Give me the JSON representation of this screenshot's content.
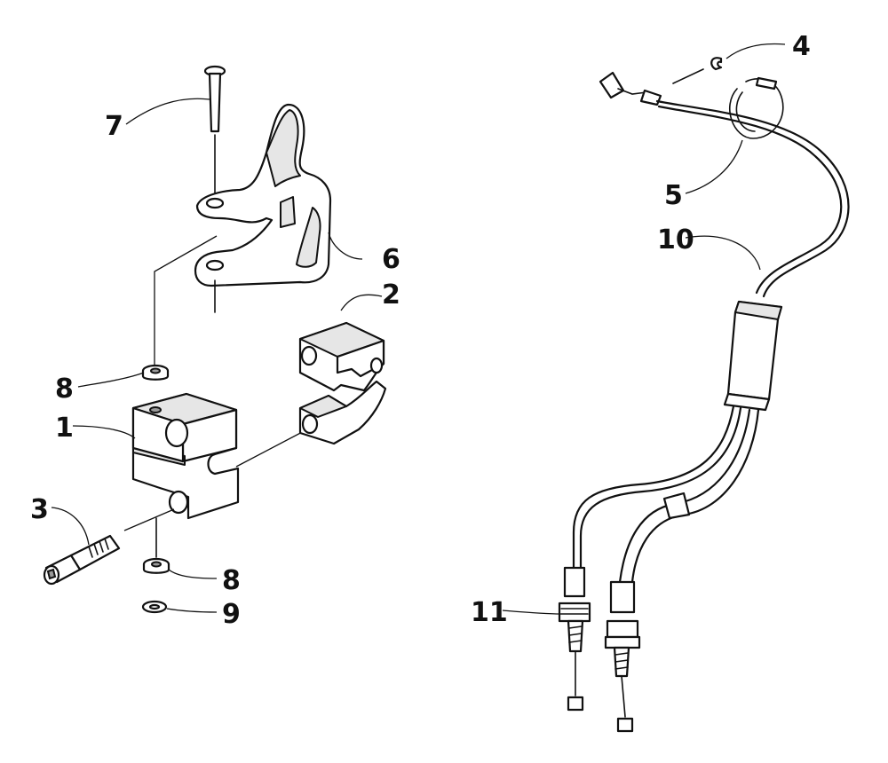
{
  "diagram": {
    "callouts": [
      {
        "id": "1",
        "label": "1"
      },
      {
        "id": "2",
        "label": "2"
      },
      {
        "id": "3",
        "label": "3"
      },
      {
        "id": "4",
        "label": "4"
      },
      {
        "id": "5",
        "label": "5"
      },
      {
        "id": "6",
        "label": "6"
      },
      {
        "id": "7",
        "label": "7"
      },
      {
        "id": "8a",
        "label": "8"
      },
      {
        "id": "8b",
        "label": "8"
      },
      {
        "id": "9",
        "label": "9"
      },
      {
        "id": "10",
        "label": "10"
      },
      {
        "id": "11",
        "label": "11"
      }
    ]
  }
}
